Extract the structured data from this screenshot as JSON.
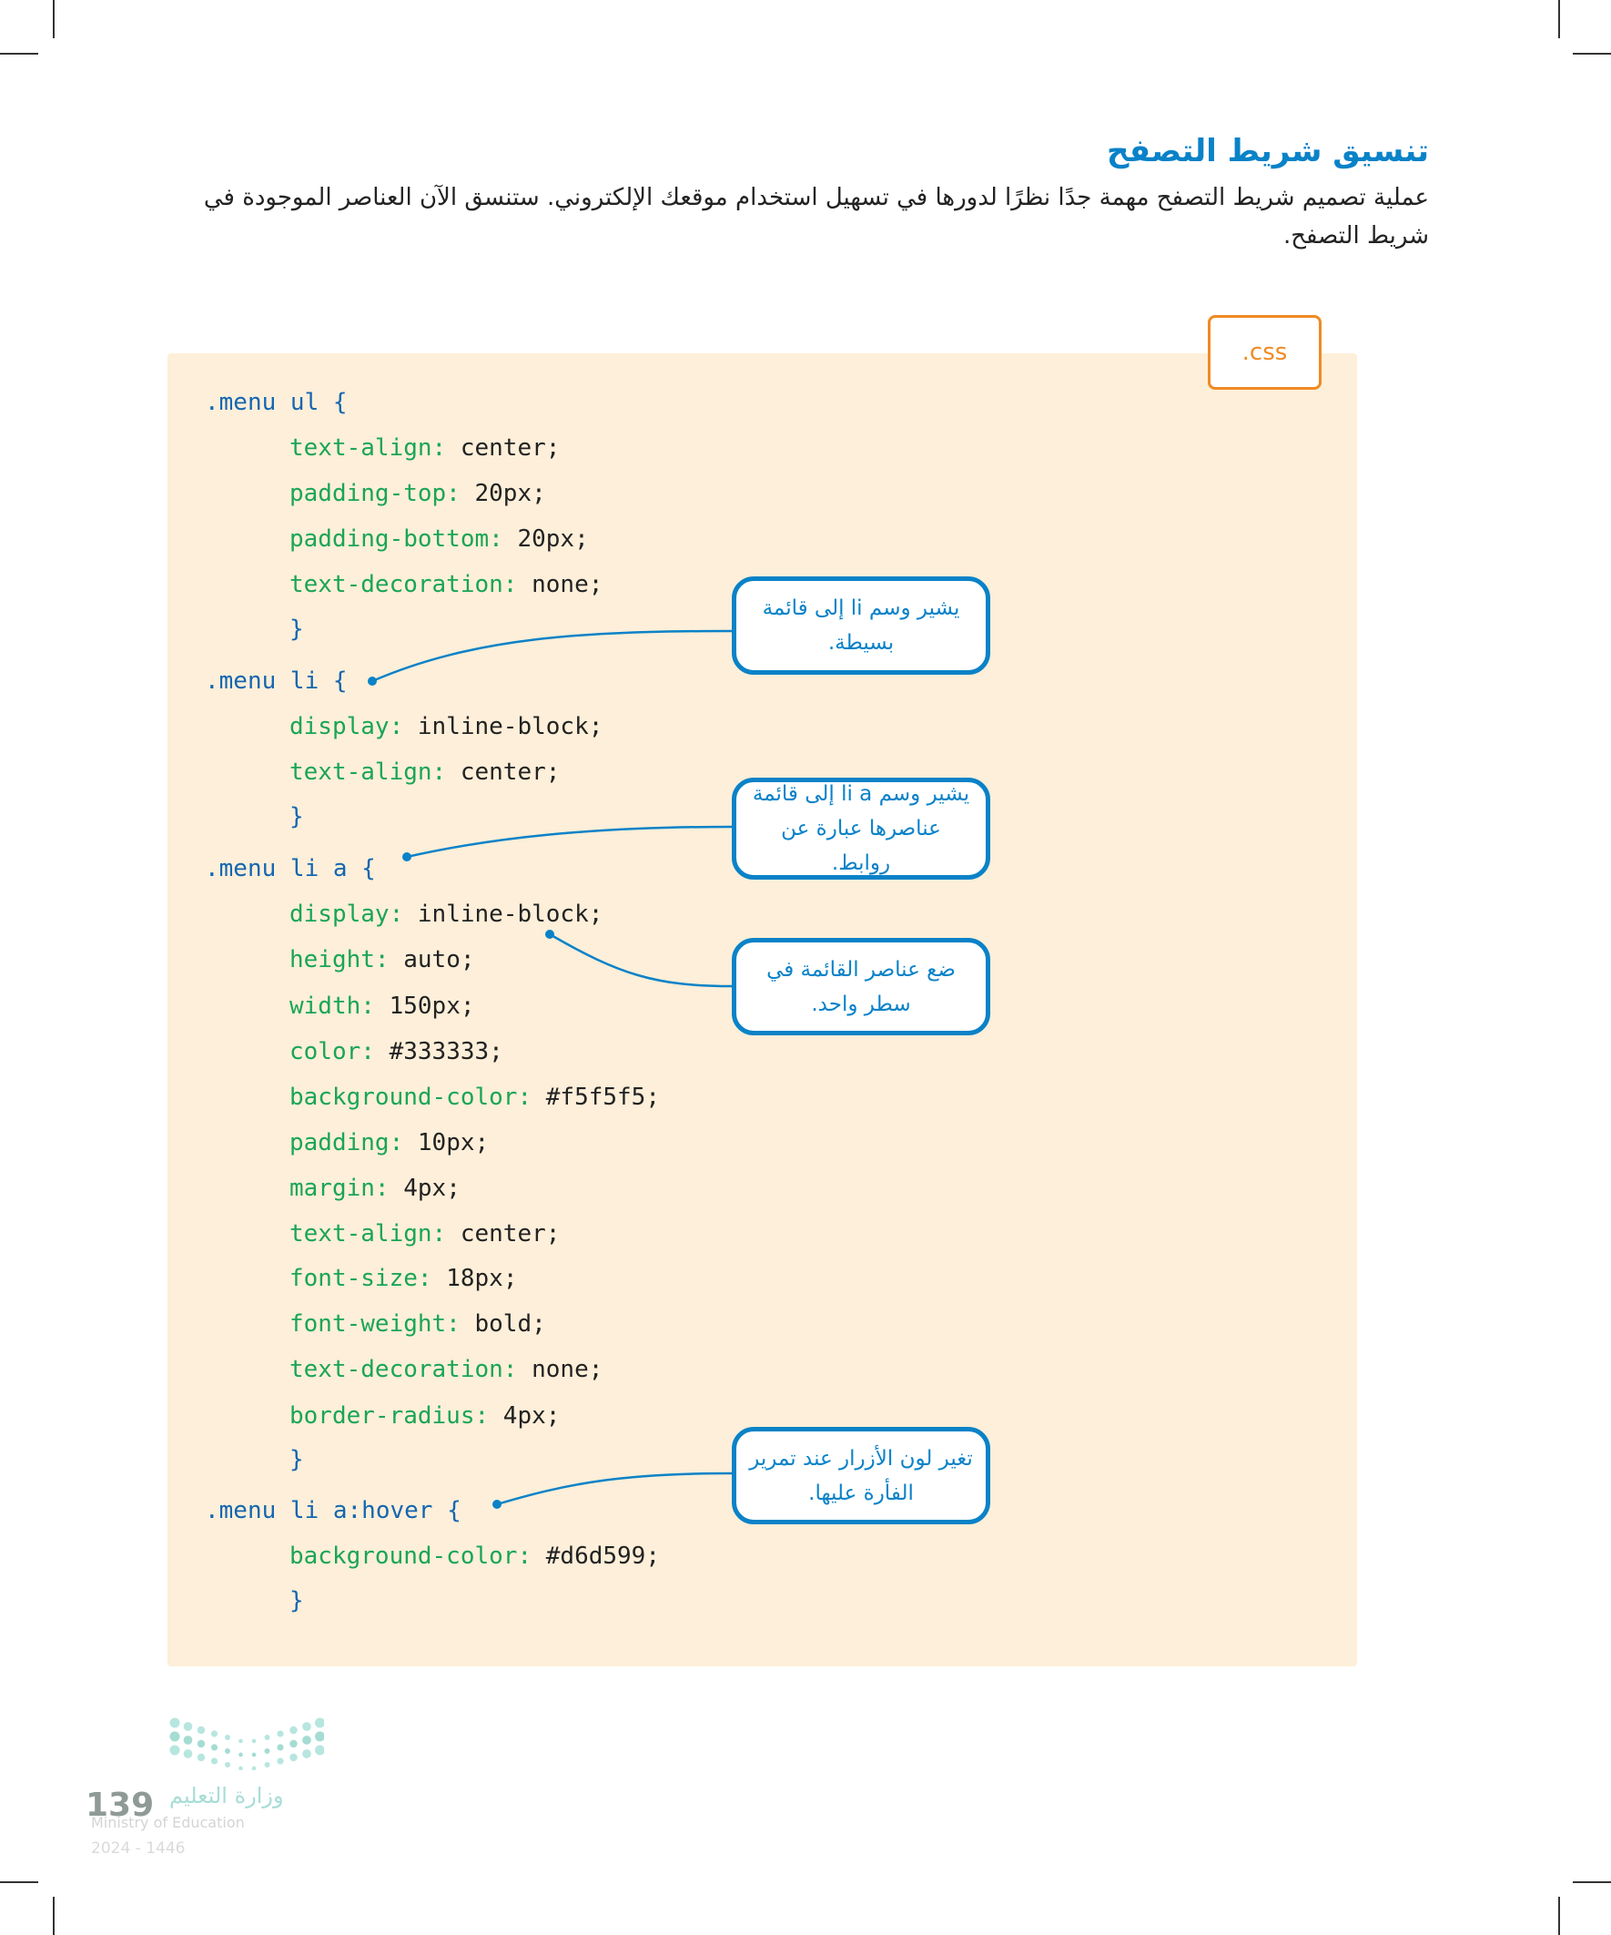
{
  "heading": "تنسيق شريط التصفح",
  "paragraph": "عملية تصميم شريط التصفح مهمة جدًا نظرًا لدورها في تسهيل استخدام موقعك الإلكتروني. ستنسق الآن العناصر الموجودة في شريط التصفح.",
  "file_tab": ".css",
  "code": [
    {
      "sel": ".menu ul {"
    },
    {
      "prop": "text-align:",
      "val": " center;"
    },
    {
      "prop": "padding-top:",
      "val": " 20px;"
    },
    {
      "prop": "padding-bottom:",
      "val": " 20px;"
    },
    {
      "prop": "text-decoration:",
      "val": " none;"
    },
    {
      "close": "}"
    },
    {
      "sel": ".menu li {"
    },
    {
      "prop": "display:",
      "val": " inline-block;"
    },
    {
      "prop": "text-align:",
      "val": " center;"
    },
    {
      "close": "}"
    },
    {
      "sel": ".menu li a {"
    },
    {
      "prop": "display:",
      "val": " inline-block;"
    },
    {
      "prop": "height:",
      "val": " auto;"
    },
    {
      "prop": "width:",
      "val": " 150px;"
    },
    {
      "prop": "color:",
      "val": " #333333;"
    },
    {
      "prop": "background-color:",
      "val": " #f5f5f5;"
    },
    {
      "prop": "padding:",
      "val": " 10px;"
    },
    {
      "prop": "margin:",
      "val": " 4px;"
    },
    {
      "prop": "text-align:",
      "val": " center;"
    },
    {
      "prop": "font-size:",
      "val": " 18px;"
    },
    {
      "prop": "font-weight:",
      "val": " bold;"
    },
    {
      "prop": "text-decoration:",
      "val": " none;"
    },
    {
      "prop": "border-radius:",
      "val": " 4px;"
    },
    {
      "close": "}"
    },
    {
      "sel": ".menu li a:hover {"
    },
    {
      "prop": "background-color:",
      "val": " #d6d599;"
    },
    {
      "close": "}"
    }
  ],
  "callouts": [
    "يشير وسم li إلى قائمة بسيطة.",
    "يشير وسم li a إلى قائمة عناصرها عبارة عن روابط.",
    "ضع عناصر القائمة في سطر واحد.",
    "تغير لون الأزرار عند تمرير الفأرة عليها."
  ],
  "footer": {
    "page_number": "139",
    "ministry_ar": "وزارة التعليم",
    "ministry_en": "Ministry of Education",
    "years": "2024 - 1446"
  },
  "colors": {
    "accent": "#0a82c8",
    "tab": "#f08a24",
    "code_bg": "#fdefd9",
    "selector": "#1466b0",
    "property": "#1aa556"
  }
}
